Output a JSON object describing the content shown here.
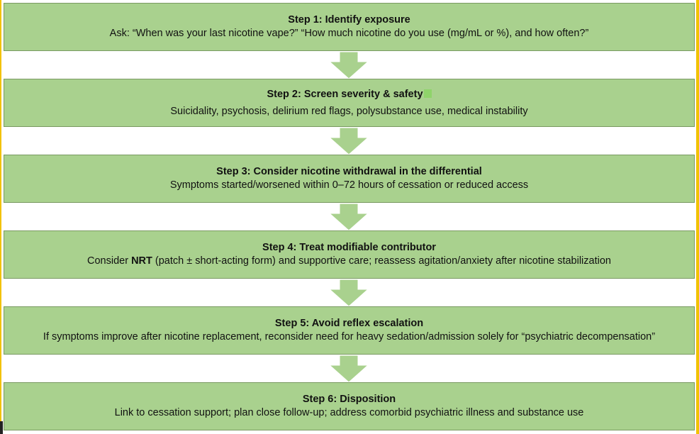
{
  "steps": [
    {
      "title": "Step 1: Identify exposure",
      "body": "Ask: “When was your last nicotine vape?” “How much nicotine do you use (mg/mL or %), and how often?”"
    },
    {
      "title": "Step 2: Screen severity & safety",
      "body": "Suicidality, psychosis, delirium red flags, polysubstance use, medical instability"
    },
    {
      "title": "Step 3: Consider nicotine withdrawal in the differential",
      "body": "Symptoms started/worsened within 0–72 hours of cessation or reduced access"
    },
    {
      "title": "Step 4: Treat modifiable contributor",
      "body_pre": "Consider ",
      "body_bold": "NRT",
      "body_post": " (patch ± short-acting form) and supportive care; reassess agitation/anxiety after nicotine stabilization"
    },
    {
      "title": "Step 5: Avoid reflex escalation",
      "body": "If symptoms improve after nicotine replacement, reconsider need for heavy sedation/admission solely for “psychiatric decompensation”"
    },
    {
      "title": "Step 6: Disposition",
      "body": "Link to cessation support; plan close follow-up; address comorbid psychiatric illness and substance use"
    }
  ],
  "colors": {
    "box_fill": "#a9d18e",
    "arrow_fill": "#a9d18e",
    "frame": "#f2c200"
  }
}
